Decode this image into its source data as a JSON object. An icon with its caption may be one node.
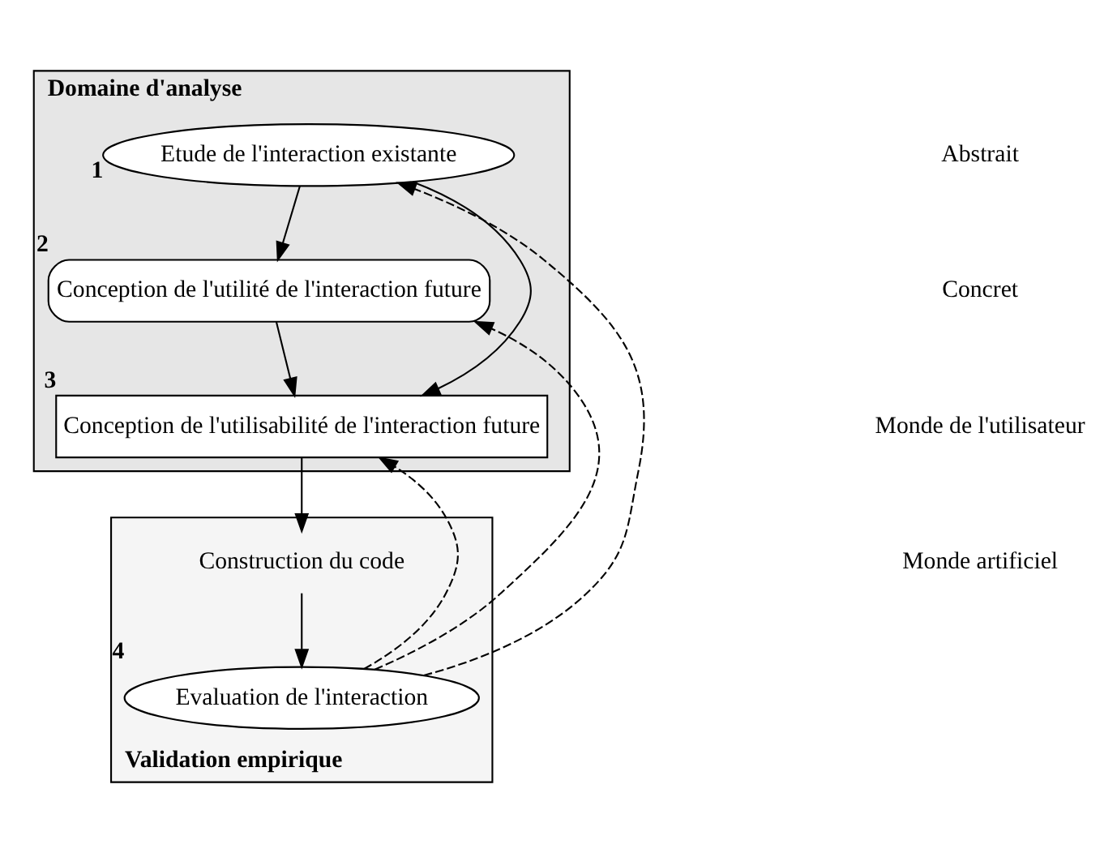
{
  "diagram": {
    "nodes": [
      {
        "text": [
          "Domaine d'analyse"
        ]
      },
      {
        "text": [
          "Etude de l'interaction existante"
        ],
        "beside": [
          "1"
        ],
        "in": 0
      },
      {
        "text": [
          "Conception de l'utilité de l'interaction future"
        ],
        "beside": [
          "2"
        ],
        "in": 0
      },
      {
        "text": [
          "Conception de l'utilisabilité de l'interaction future"
        ],
        "beside": [
          "3"
        ],
        "in": 0
      },
      {
        "text": [
          "Validation empirique"
        ]
      },
      {
        "text": [
          "Evaluation de l'interaction"
        ],
        "beside": [
          "4"
        ],
        "in": 4
      },
      {
        "text": [
          "Construction du code"
        ],
        "in": 4
      }
    ],
    "edges": [
      {
        "from": 1,
        "to": 2,
        "arrow": "to"
      },
      {
        "from": 2,
        "to": 3,
        "arrow": "to"
      },
      {
        "from": 1,
        "to": 3,
        "arrow": "to"
      },
      {
        "from": 3,
        "to": 6,
        "arrow": "to"
      },
      {
        "from": 6,
        "to": 5,
        "arrow": "to"
      },
      {
        "from": 5,
        "to": 1,
        "arrow": "to",
        "style": "dashed"
      },
      {
        "from": 5,
        "to": 2,
        "arrow": "to",
        "style": "dashed"
      },
      {
        "from": 5,
        "to": 3,
        "arrow": "to",
        "style": "dashed"
      }
    ],
    "labels": [
      "Abstrait",
      "Concret",
      "Monde de l'utilisateur",
      "Monde artificiel"
    ]
  }
}
